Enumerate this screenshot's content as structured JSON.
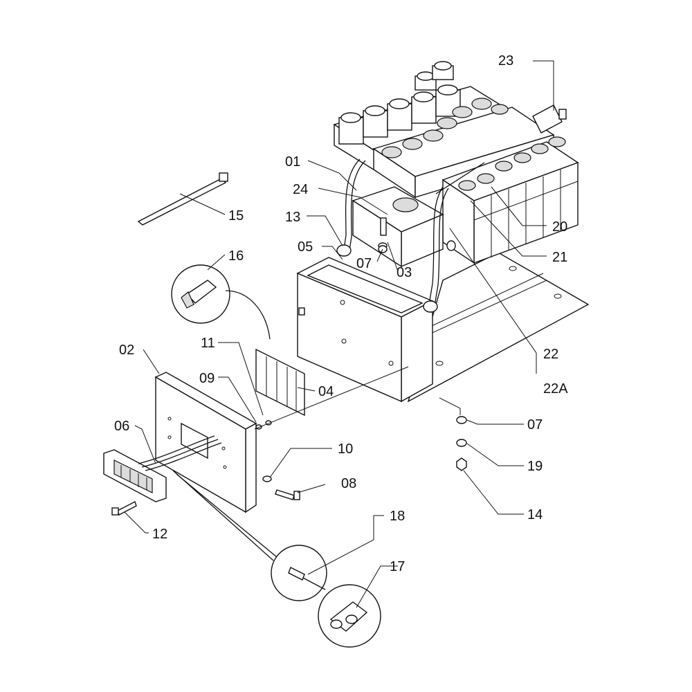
{
  "callouts": [
    {
      "id": "23",
      "text": "23"
    },
    {
      "id": "01",
      "text": "01"
    },
    {
      "id": "24",
      "text": "24"
    },
    {
      "id": "15",
      "text": "15"
    },
    {
      "id": "13",
      "text": "13"
    },
    {
      "id": "05",
      "text": "05"
    },
    {
      "id": "07a",
      "text": "07"
    },
    {
      "id": "03",
      "text": "03"
    },
    {
      "id": "20",
      "text": "20"
    },
    {
      "id": "21",
      "text": "21"
    },
    {
      "id": "16",
      "text": "16"
    },
    {
      "id": "22",
      "text": "22"
    },
    {
      "id": "22A",
      "text": "22A"
    },
    {
      "id": "02",
      "text": "02"
    },
    {
      "id": "11",
      "text": "11"
    },
    {
      "id": "09",
      "text": "09"
    },
    {
      "id": "04",
      "text": "04"
    },
    {
      "id": "06",
      "text": "06"
    },
    {
      "id": "07b",
      "text": "07"
    },
    {
      "id": "10",
      "text": "10"
    },
    {
      "id": "19",
      "text": "19"
    },
    {
      "id": "08",
      "text": "08"
    },
    {
      "id": "12",
      "text": "12"
    },
    {
      "id": "14",
      "text": "14"
    },
    {
      "id": "18",
      "text": "18"
    },
    {
      "id": "17",
      "text": "17"
    }
  ]
}
